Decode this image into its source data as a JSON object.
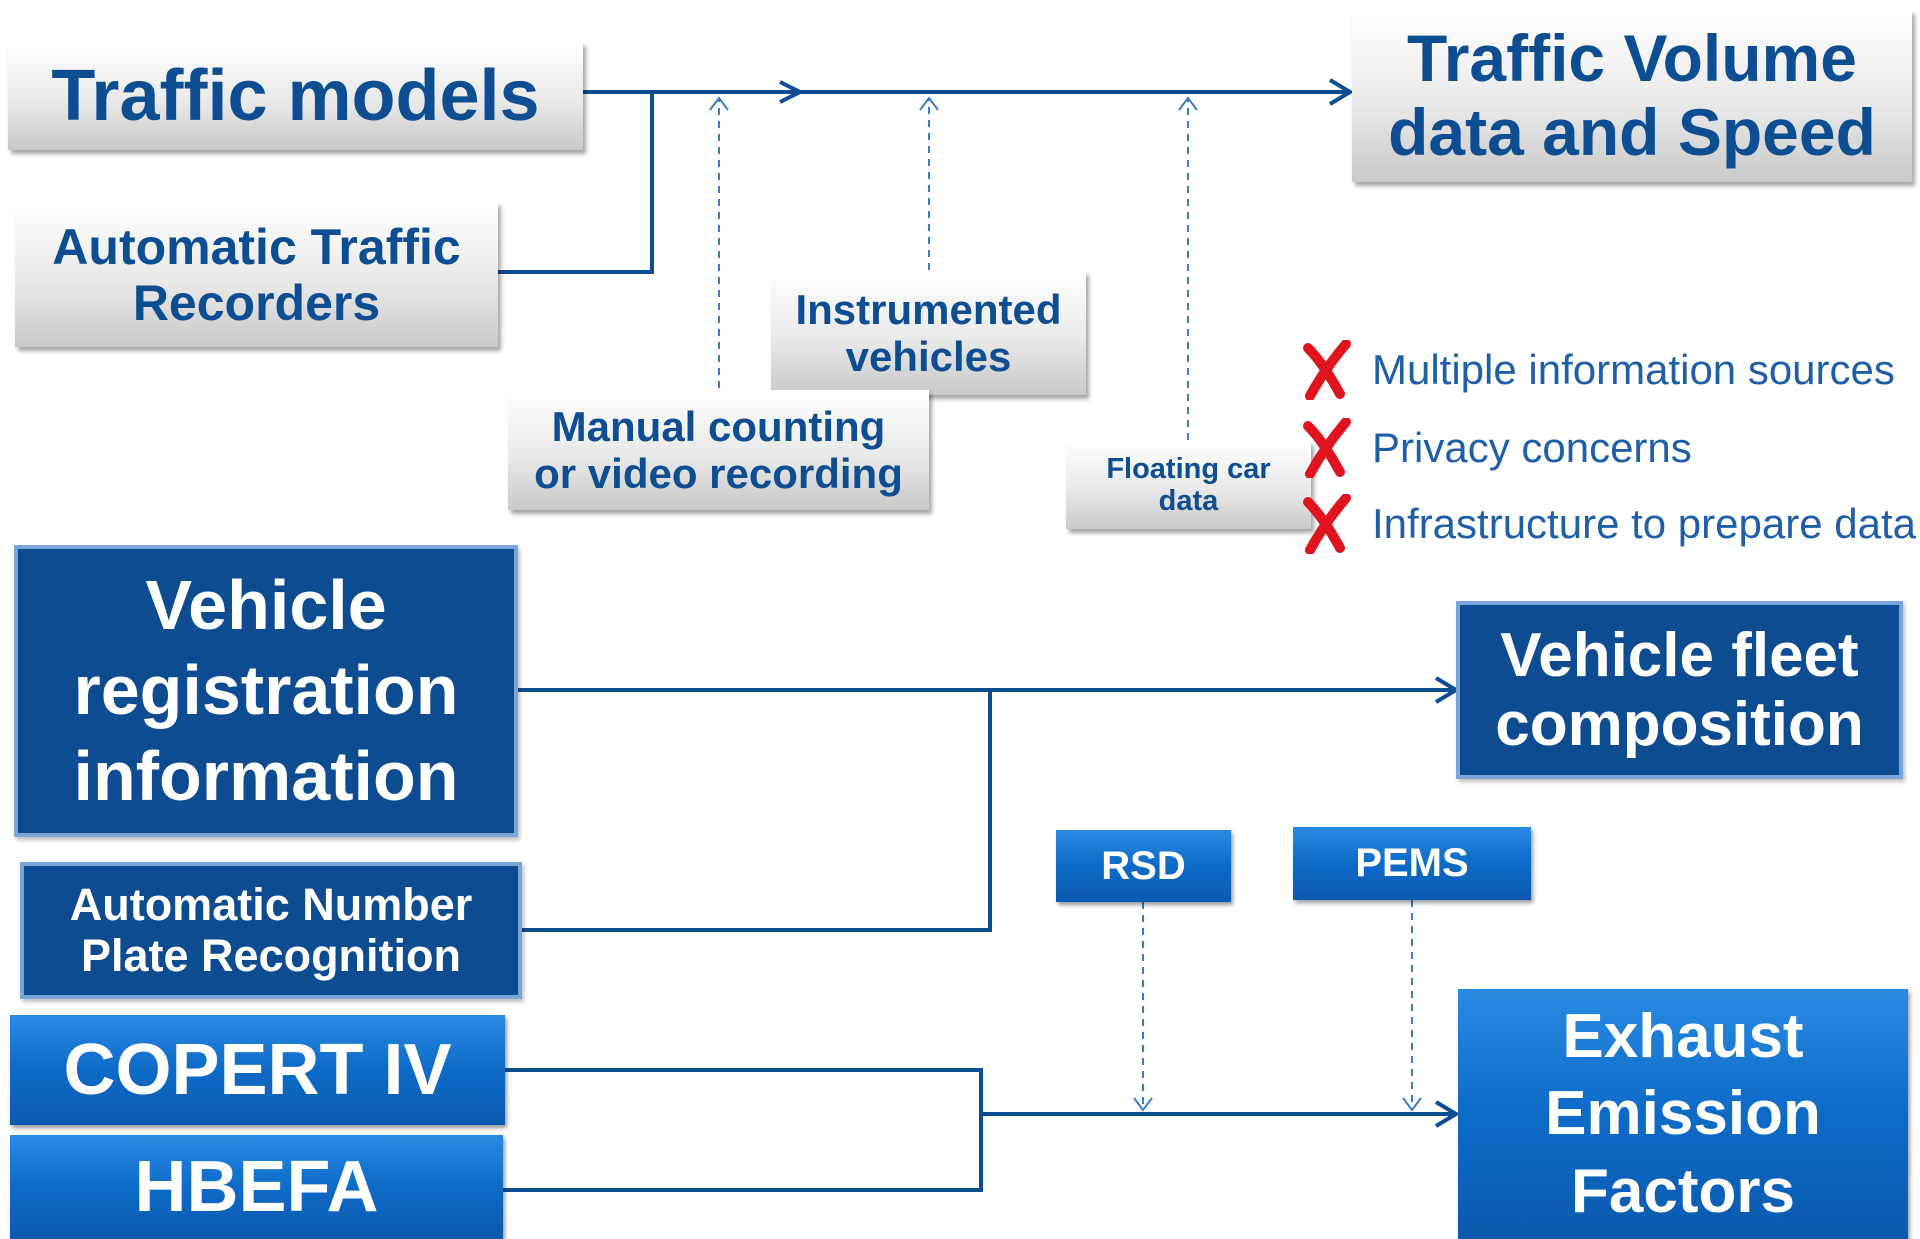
{
  "colors": {
    "line": "#0d4d91",
    "dashed": "#3d7cc4",
    "cross": "#e0141e",
    "issue_text": "#1f5fa8"
  },
  "nodes": {
    "traffic_models": "Traffic models",
    "atr": [
      "Automatic Traffic",
      "Recorders"
    ],
    "traffic_volume": [
      "Traffic Volume",
      "data and Speed"
    ],
    "instrumented": [
      "Instrumented",
      "vehicles"
    ],
    "manual": [
      "Manual counting",
      "or video recording"
    ],
    "floating": [
      "Floating car",
      "data"
    ],
    "registration": [
      "Vehicle",
      "registration",
      "information"
    ],
    "anpr": [
      "Automatic Number",
      "Plate Recognition"
    ],
    "fleet": [
      "Vehicle fleet",
      "composition"
    ],
    "rsd": "RSD",
    "pems": "PEMS",
    "copert": "COPERT IV",
    "hbefa": "HBEFA",
    "exhaust": [
      "Exhaust",
      "Emission",
      "Factors"
    ]
  },
  "issues": {
    "icon": "cross-icon",
    "items": [
      "Multiple information sources",
      "Privacy concerns",
      "Infrastructure to prepare data"
    ]
  }
}
